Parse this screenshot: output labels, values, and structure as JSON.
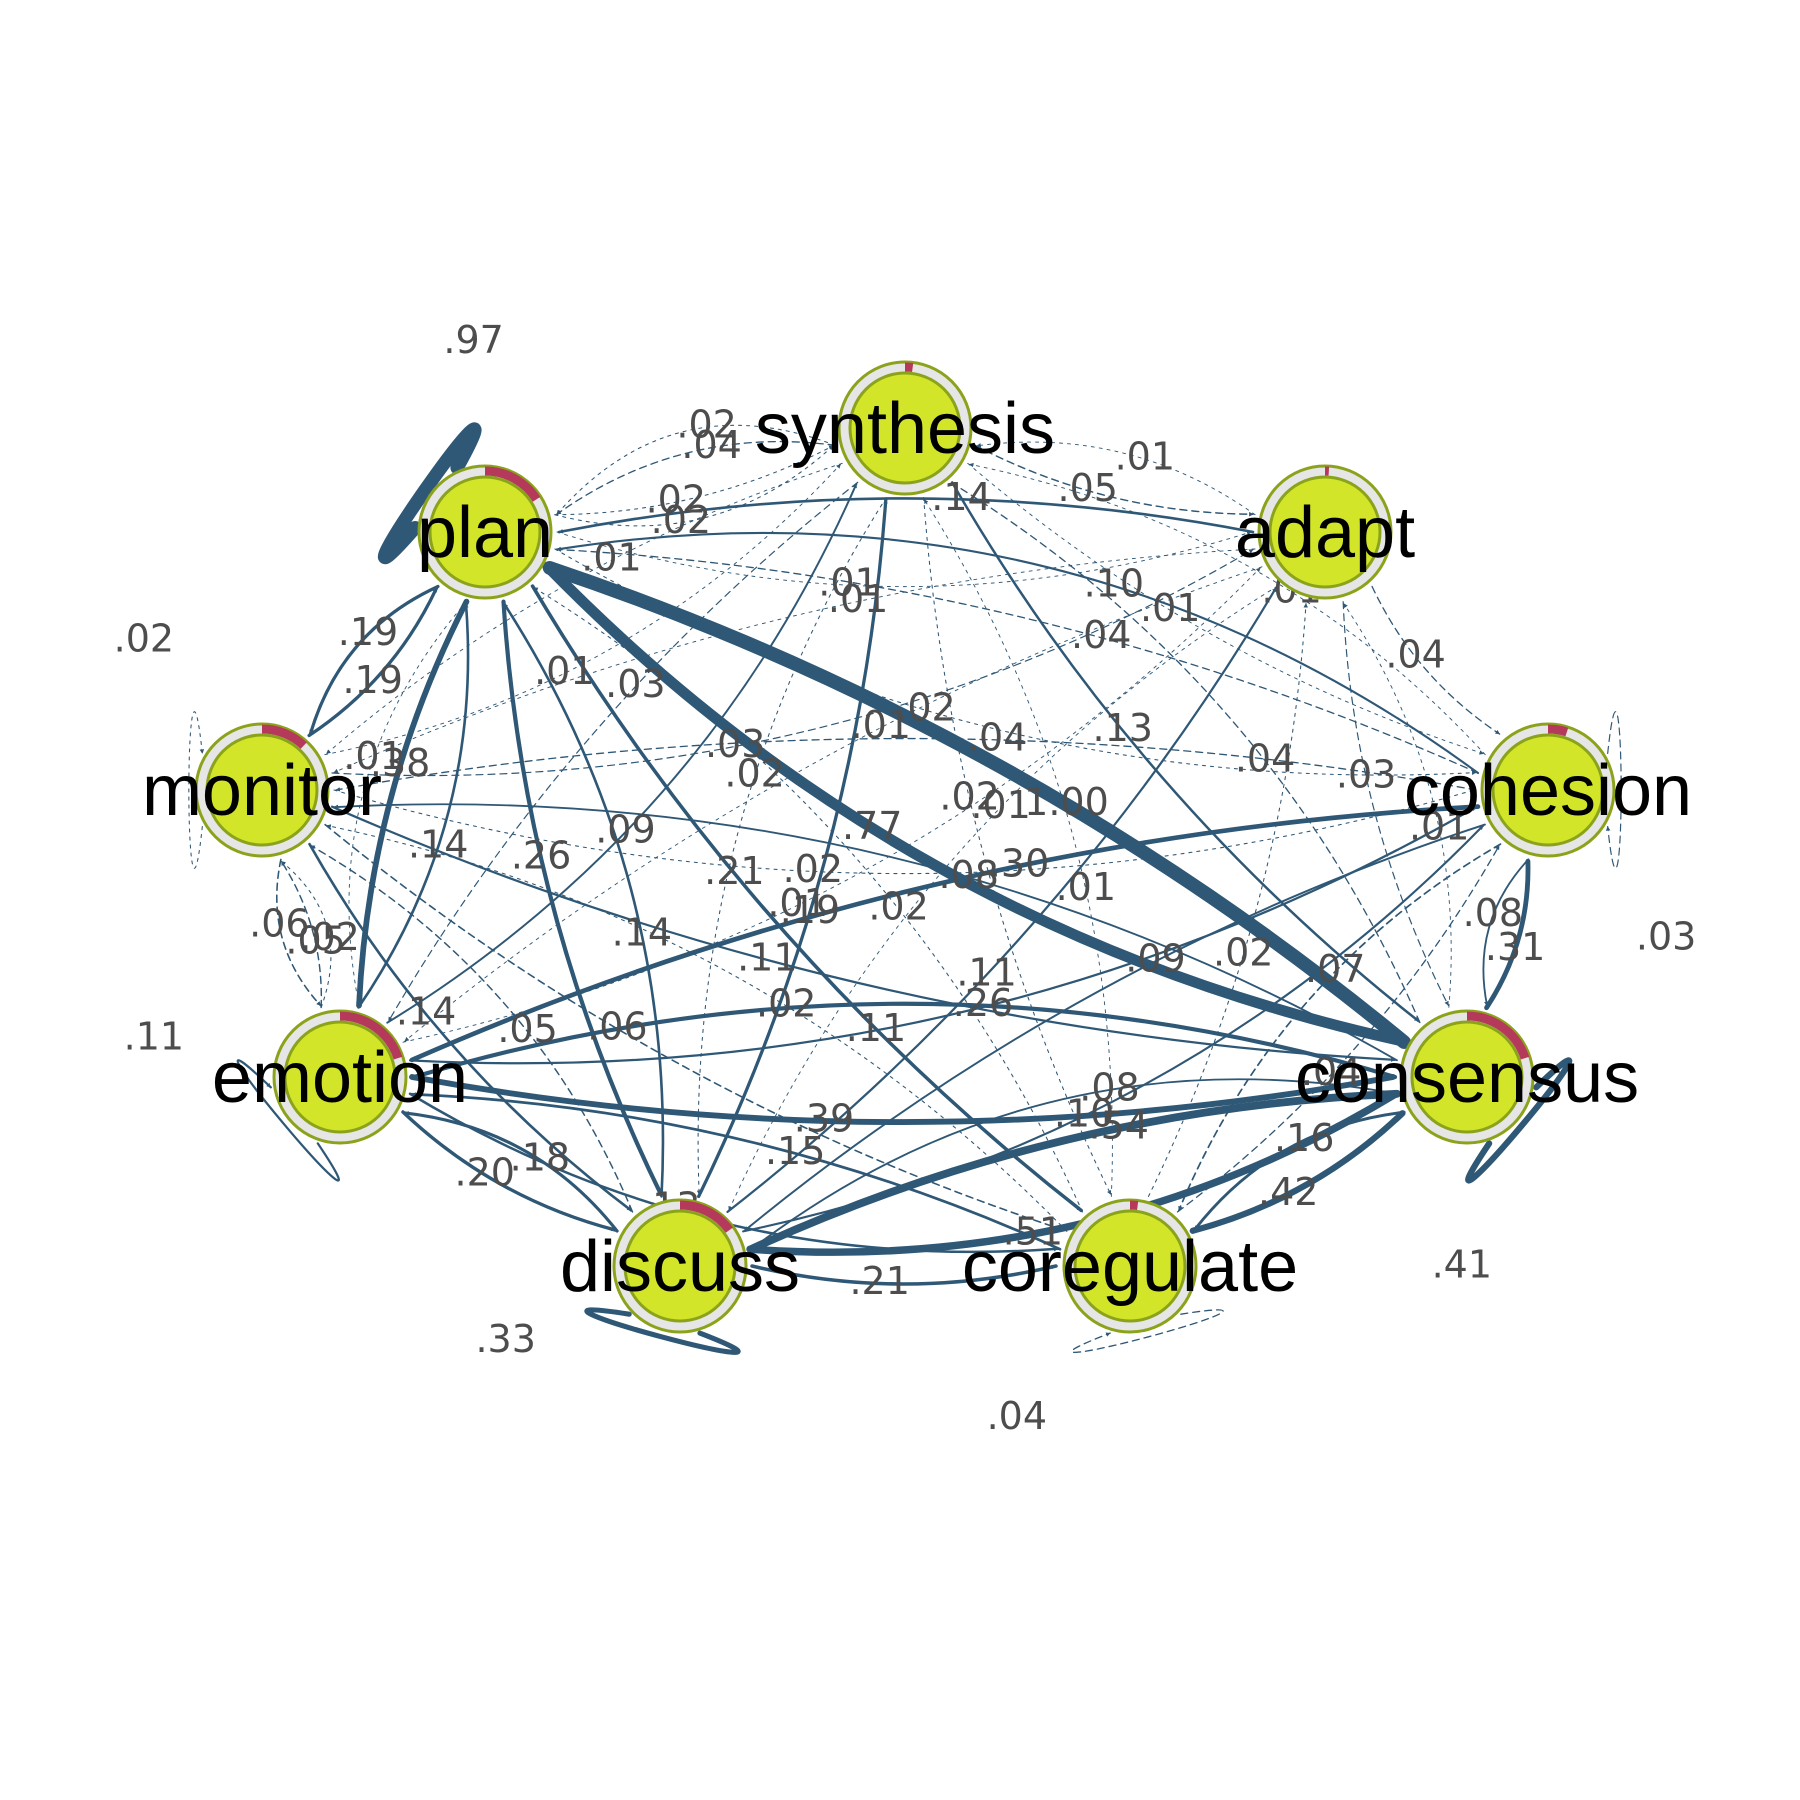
{
  "colors": {
    "edge": "#2f5876",
    "node_fill": "#d2e529",
    "node_border": "#8ba31a",
    "pie_track": "#e6e6e6",
    "pie_fill": "#b5395a",
    "edge_label": "#4d4d4d",
    "node_label": "#000000"
  },
  "nodes": [
    {
      "id": "plan",
      "label": "plan",
      "pie": 0.16
    },
    {
      "id": "synthesis",
      "label": "synthesis",
      "pie": 0.02
    },
    {
      "id": "adapt",
      "label": "adapt",
      "pie": 0.01
    },
    {
      "id": "cohesion",
      "label": "cohesion",
      "pie": 0.05
    },
    {
      "id": "consensus",
      "label": "consensus",
      "pie": 0.2
    },
    {
      "id": "coregulate",
      "label": "coregulate",
      "pie": 0.02
    },
    {
      "id": "discuss",
      "label": "discuss",
      "pie": 0.15
    },
    {
      "id": "emotion",
      "label": "emotion",
      "pie": 0.2
    },
    {
      "id": "monitor",
      "label": "monitor",
      "pie": 0.12
    }
  ],
  "edges": [
    {
      "from": "plan",
      "to": "plan",
      "weight": 0.97,
      "label": ".97"
    },
    {
      "from": "monitor",
      "to": "monitor",
      "weight": 0.02,
      "label": ".02"
    },
    {
      "from": "cohesion",
      "to": "cohesion",
      "weight": 0.03,
      "label": ".03"
    },
    {
      "from": "consensus",
      "to": "consensus",
      "weight": 0.41,
      "label": ".41"
    },
    {
      "from": "discuss",
      "to": "discuss",
      "weight": 0.33,
      "label": ".33"
    },
    {
      "from": "coregulate",
      "to": "coregulate",
      "weight": 0.04,
      "label": ".04"
    },
    {
      "from": "emotion",
      "to": "emotion",
      "weight": 0.11,
      "label": ".11"
    },
    {
      "from": "consensus",
      "to": "plan",
      "weight": 1.0,
      "label": "1.00"
    },
    {
      "from": "plan",
      "to": "consensus",
      "weight": 0.77,
      "label": ".77"
    },
    {
      "from": "consensus",
      "to": "discuss",
      "weight": 0.54,
      "label": ".54"
    },
    {
      "from": "discuss",
      "to": "consensus",
      "weight": 0.51,
      "label": ".51"
    },
    {
      "from": "coregulate",
      "to": "consensus",
      "weight": 0.42,
      "label": ".42"
    },
    {
      "from": "emotion",
      "to": "consensus",
      "weight": 0.39,
      "label": ".39"
    },
    {
      "from": "plan",
      "to": "emotion",
      "weight": 0.38,
      "label": ".38"
    },
    {
      "from": "consensus",
      "to": "cohesion",
      "weight": 0.31,
      "label": ".31"
    },
    {
      "from": "discuss",
      "to": "coregulate",
      "weight": 0.21,
      "label": ".21"
    },
    {
      "from": "consensus",
      "to": "emotion",
      "weight": 0.26,
      "label": ".26"
    },
    {
      "from": "plan",
      "to": "discuss",
      "weight": 0.26,
      "label": ".26"
    },
    {
      "from": "plan",
      "to": "coregulate",
      "weight": 0.21,
      "label": ".21"
    },
    {
      "from": "emotion",
      "to": "discuss",
      "weight": 0.2,
      "label": ".20"
    },
    {
      "from": "monitor",
      "to": "plan",
      "weight": 0.19,
      "label": ".19"
    },
    {
      "from": "discuss",
      "to": "synthesis",
      "weight": 0.19,
      "label": ".19"
    },
    {
      "from": "plan",
      "to": "monitor",
      "weight": 0.19,
      "label": ".19"
    },
    {
      "from": "discuss",
      "to": "emotion",
      "weight": 0.18,
      "label": ".18"
    },
    {
      "from": "coregulate",
      "to": "emotion",
      "weight": 0.15,
      "label": ".15"
    },
    {
      "from": "emotion",
      "to": "plan",
      "weight": 0.14,
      "label": ".14"
    },
    {
      "from": "adapt",
      "to": "plan",
      "weight": 0.14,
      "label": ".14"
    },
    {
      "from": "monitor",
      "to": "discuss",
      "weight": 0.14,
      "label": ".14"
    },
    {
      "from": "emotion",
      "to": "coregulate",
      "weight": 0.13,
      "label": ".13"
    },
    {
      "from": "synthesis",
      "to": "consensus",
      "weight": 0.13,
      "label": ".13"
    },
    {
      "from": "monitor",
      "to": "consensus",
      "weight": 0.11,
      "label": ".11"
    },
    {
      "from": "discuss",
      "to": "adapt",
      "weight": 0.11,
      "label": ".11"
    },
    {
      "from": "consensus",
      "to": "coregulate",
      "weight": 0.16,
      "label": ".16"
    },
    {
      "from": "cohesion",
      "to": "consensus",
      "weight": 0.08,
      "label": ".08"
    },
    {
      "from": "cohesion",
      "to": "emotion",
      "weight": 0.3,
      "label": ".30"
    },
    {
      "from": "cohesion",
      "to": "monitor",
      "weight": 0.04,
      "label": ".04"
    },
    {
      "from": "emotion",
      "to": "monitor",
      "weight": 0.05,
      "label": ".05"
    },
    {
      "from": "monitor",
      "to": "emotion",
      "weight": 0.06,
      "label": ".06"
    },
    {
      "from": "plan",
      "to": "synthesis",
      "weight": 0.02,
      "label": ".02"
    },
    {
      "from": "synthesis",
      "to": "plan",
      "weight": 0.04,
      "label": ".04"
    },
    {
      "from": "synthesis",
      "to": "adapt",
      "weight": 0.05,
      "label": ".05"
    },
    {
      "from": "adapt",
      "to": "synthesis",
      "weight": 0.01,
      "label": ".01"
    },
    {
      "from": "cohesion",
      "to": "plan",
      "weight": 0.04,
      "label": ".04"
    },
    {
      "from": "adapt",
      "to": "cohesion",
      "weight": 0.04,
      "label": ".04"
    },
    {
      "from": "plan",
      "to": "adapt",
      "weight": 0.01,
      "label": ".01"
    },
    {
      "from": "plan",
      "to": "cohesion",
      "weight": 0.02,
      "label": ".02"
    },
    {
      "from": "synthesis",
      "to": "cohesion",
      "weight": 0.01,
      "label": ".01"
    },
    {
      "from": "adapt",
      "to": "consensus",
      "weight": 0.03,
      "label": ".03"
    },
    {
      "from": "consensus",
      "to": "adapt",
      "weight": 0.01,
      "label": ".01"
    },
    {
      "from": "synthesis",
      "to": "coregulate",
      "weight": 0.02,
      "label": ".02"
    },
    {
      "from": "coregulate",
      "to": "synthesis",
      "weight": 0.01,
      "label": ".01"
    },
    {
      "from": "cohesion",
      "to": "discuss",
      "weight": 0.09,
      "label": ".09"
    },
    {
      "from": "discuss",
      "to": "cohesion",
      "weight": 0.1,
      "label": ".10"
    },
    {
      "from": "coregulate",
      "to": "cohesion",
      "weight": 0.04,
      "label": ".04"
    },
    {
      "from": "coregulate",
      "to": "adapt",
      "weight": 0.02,
      "label": ".02"
    },
    {
      "from": "emotion",
      "to": "cohesion",
      "weight": 0.11,
      "label": ".11"
    },
    {
      "from": "monitor",
      "to": "cohesion",
      "weight": 0.02,
      "label": ".02"
    },
    {
      "from": "monitor",
      "to": "coregulate",
      "weight": 0.06,
      "label": ".06"
    },
    {
      "from": "coregulate",
      "to": "monitor",
      "weight": 0.02,
      "label": ".02"
    },
    {
      "from": "plan",
      "to": "synthesis",
      "weight": 0.02,
      "label": ".02"
    },
    {
      "from": "synthesis",
      "to": "plan",
      "weight": 0.02,
      "label": ".02"
    },
    {
      "from": "synthesis",
      "to": "monitor",
      "weight": 0.01,
      "label": ".01"
    },
    {
      "from": "synthesis",
      "to": "emotion",
      "weight": 0.03,
      "label": ".03"
    },
    {
      "from": "adapt",
      "to": "monitor",
      "weight": 0.01,
      "label": ".01"
    },
    {
      "from": "synthesis",
      "to": "discuss",
      "weight": 0.02,
      "label": ".02"
    },
    {
      "from": "adapt",
      "to": "emotion",
      "weight": 0.01,
      "label": ".01"
    },
    {
      "from": "emotion",
      "to": "adapt",
      "weight": 0.01,
      "label": ".01"
    },
    {
      "from": "discuss",
      "to": "plan",
      "weight": 0.14,
      "label": ".14"
    },
    {
      "from": "emotion",
      "to": "synthesis",
      "weight": 0.09,
      "label": ".09"
    },
    {
      "from": "coregulate",
      "to": "plan",
      "weight": 0.02,
      "label": ".02"
    },
    {
      "from": "consensus",
      "to": "monitor",
      "weight": 0.08,
      "label": ".08"
    },
    {
      "from": "consensus",
      "to": "synthesis",
      "weight": 0.04,
      "label": ".04"
    },
    {
      "from": "discuss",
      "to": "monitor",
      "weight": 0.05,
      "label": ".05"
    },
    {
      "from": "monitor",
      "to": "synthesis",
      "weight": 0.01,
      "label": ".01"
    },
    {
      "from": "cohesion",
      "to": "coregulate",
      "weight": 0.07,
      "label": ".07"
    },
    {
      "from": "consensus",
      "to": "discuss",
      "weight": 0.08,
      "label": ".08"
    },
    {
      "from": "plan",
      "to": "emotion",
      "weight": 0.01,
      "label": ".01"
    },
    {
      "from": "cohesion",
      "to": "synthesis",
      "weight": 0.01,
      "label": ".01"
    },
    {
      "from": "adapt",
      "to": "discuss",
      "weight": 0.01,
      "label": ".01"
    },
    {
      "from": "monitor",
      "to": "adapt",
      "weight": 0.03,
      "label": ".03"
    },
    {
      "from": "emotion",
      "to": "monitor",
      "weight": 0.02,
      "label": ".02"
    },
    {
      "from": "cohesion",
      "to": "plan",
      "weight": 0.1,
      "label": ".10"
    }
  ]
}
